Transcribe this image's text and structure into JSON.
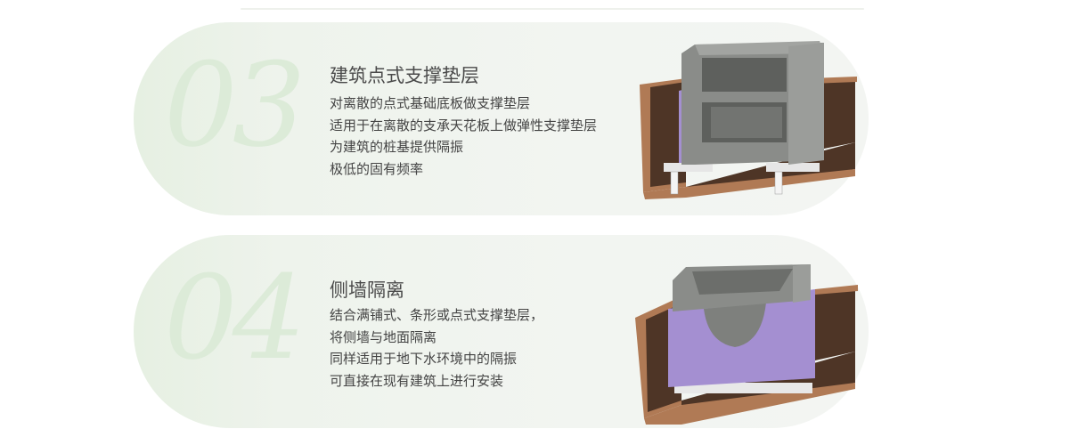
{
  "sections": [
    {
      "number": "03",
      "title": "建筑点式支撑垫层",
      "lines": [
        "对离散的点式基础底板做支撑垫层",
        "适用于在离散的支承天花板上做弹性支撑垫层",
        "为建筑的桩基提供隔振",
        "极低的固有频率"
      ]
    },
    {
      "number": "04",
      "title": "侧墙隔离",
      "lines": [
        "结合满铺式、条形或点式支撑垫层，",
        "将侧墙与地面隔离",
        "同样适用于地下水环境中的隔振",
        "可直接在现有建筑上进行安装"
      ]
    }
  ],
  "colors": {
    "soil": "#b07a55",
    "soil_dark": "#4e3526",
    "concrete": "#8a8c89",
    "isolation": "#a48fd1"
  }
}
